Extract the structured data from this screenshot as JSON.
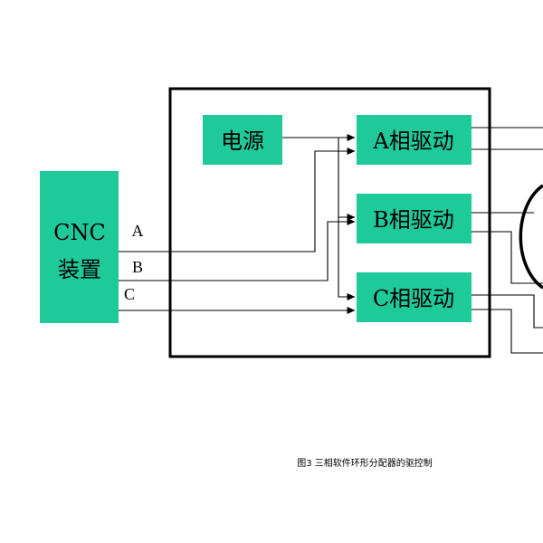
{
  "colors": {
    "block_fill": "#1ec99a",
    "line": "#000000",
    "background": "#ffffff"
  },
  "cnc": {
    "line1": "CNC",
    "line2": "装置"
  },
  "signals": {
    "a": "A",
    "b": "B",
    "c": "C"
  },
  "power": {
    "label": "电源"
  },
  "drivers": {
    "a": "A相驱动",
    "b": "B相驱动",
    "c": "C相驱动"
  },
  "caption": "图3 三相软件环形分配器的驱控制"
}
